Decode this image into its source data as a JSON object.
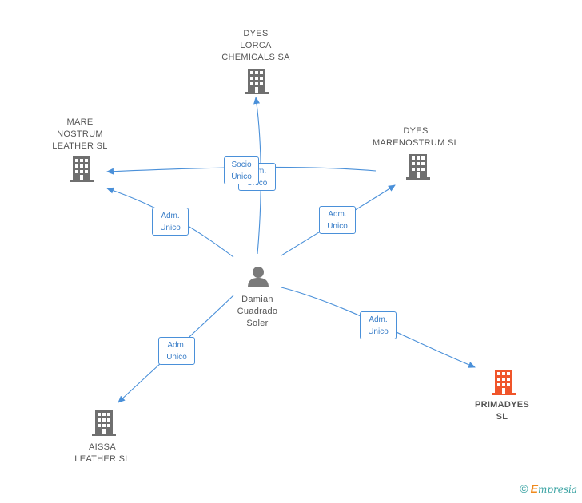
{
  "colors": {
    "edge": "#4a90d9",
    "building": "#6f6f6f",
    "building_highlight": "#f0552a",
    "person": "#7a7a7a"
  },
  "nodes": {
    "person": {
      "lines": [
        "Damian",
        "Cuadrado",
        "Soler"
      ],
      "icon": "person-icon"
    },
    "dyes_lorca": {
      "lines": [
        "DYES",
        "LORCA",
        "CHEMICALS SA"
      ],
      "icon": "building-icon"
    },
    "mare_nostrum": {
      "lines": [
        "MARE",
        "NOSTRUM",
        "LEATHER SL"
      ],
      "icon": "building-icon"
    },
    "dyes_marenostrum": {
      "lines": [
        "DYES",
        "MARENOSTRUM SL"
      ],
      "icon": "building-icon"
    },
    "primadyes": {
      "lines": [
        "PRIMADYES",
        "SL"
      ],
      "icon": "building-icon",
      "highlighted": true
    },
    "aissa": {
      "lines": [
        "AISSA",
        "LEATHER SL"
      ],
      "icon": "building-icon"
    }
  },
  "edge_labels": {
    "socio_unico": [
      "Socio",
      "Único"
    ],
    "adm_unico_hidden": [
      "Adm.",
      "Unico"
    ],
    "adm_unico_mare": [
      "Adm.",
      "Unico"
    ],
    "adm_unico_marenostrum": [
      "Adm.",
      "Unico"
    ],
    "adm_unico_primadyes": [
      "Adm.",
      "Unico"
    ],
    "adm_unico_aissa": [
      "Adm.",
      "Unico"
    ]
  },
  "footer": {
    "copyright_symbol": "©",
    "brand_initial": "E",
    "brand_rest": "mpresia"
  }
}
